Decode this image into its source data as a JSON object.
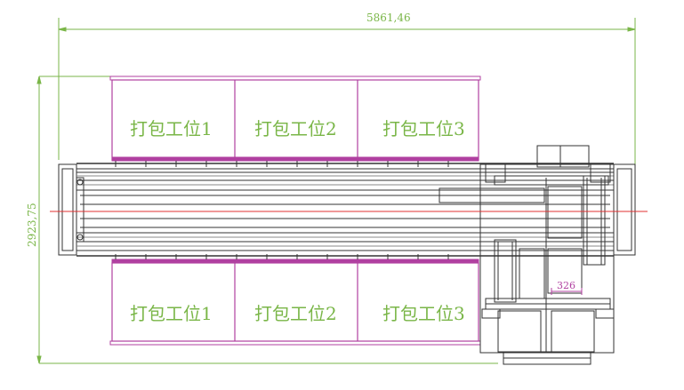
{
  "dimensions": {
    "overall_width": "5861,46",
    "overall_height": "2923,75",
    "small_dim": "326"
  },
  "stations": {
    "top": [
      "打包工位1",
      "打包工位2",
      "打包工位3"
    ],
    "bottom": [
      "打包工位1",
      "打包工位2",
      "打包工位3"
    ]
  },
  "colors": {
    "dimension": "#7ab648",
    "station_frame": "#b040a0",
    "centerline": "#e03030",
    "machine": "#333333"
  }
}
